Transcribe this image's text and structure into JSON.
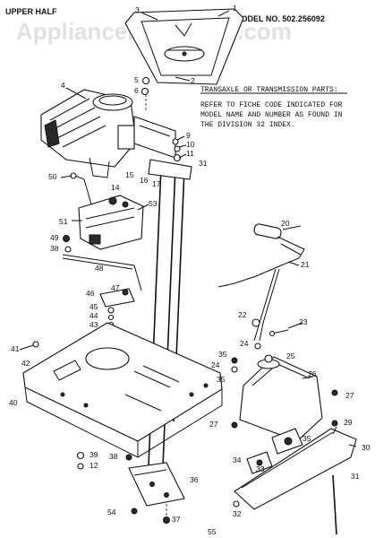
{
  "watermark": "AppliancePartsPros.com",
  "header": {
    "section_title": "UPPER HALF",
    "model": "MODEL NO. 502.256092"
  },
  "note": {
    "title": "TRANSAXLE OR TRANSMISSION PARTS:",
    "line1": "REFER TO FICHE CODE INDICATED FOR",
    "line2": "MODEL NAME AND NUMBER AS FOUND IN",
    "line3": "THE DIVISION 32 INDEX."
  },
  "callouts": {
    "c1": "1",
    "c2": "2",
    "c3": "3",
    "c4": "4",
    "c5": "5",
    "c6": "6",
    "c9": "9",
    "c10": "10",
    "c11": "11",
    "c31a": "31",
    "c14": "14",
    "c15": "15",
    "c16": "16",
    "c17": "17",
    "c50": "50",
    "c51": "51",
    "c53": "53",
    "c49": "49",
    "c38": "38",
    "c48": "48",
    "c46": "46",
    "c47": "47",
    "c45": "45",
    "c44": "44",
    "c43": "43",
    "c41": "41",
    "c42": "42",
    "c40": "40",
    "c20": "20",
    "c21": "21",
    "c22": "22",
    "c23": "23",
    "c24a": "24",
    "c35a": "35",
    "c24b": "24",
    "c25": "25",
    "c26": "26",
    "c35b": "35",
    "c27a": "27",
    "c27b": "27",
    "c29": "29",
    "c30": "30",
    "c31b": "31",
    "c35c": "35",
    "c34": "34",
    "c33": "33",
    "c32": "32",
    "c39": "39",
    "c12": "12",
    "c38b": "38",
    "c36": "36",
    "c54": "54",
    "c37": "37",
    "c55": "55"
  }
}
